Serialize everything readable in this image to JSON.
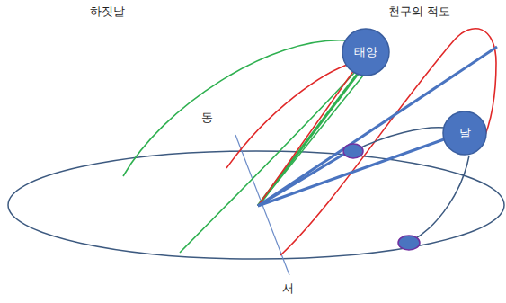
{
  "diagram": {
    "title": "하짓날",
    "nodes": [
      {
        "text": [
          "태양"
        ]
      },
      {
        "text": [
          "달"
        ]
      }
    ],
    "labels": [
      "천구의 적도",
      "동",
      "서"
    ]
  }
}
